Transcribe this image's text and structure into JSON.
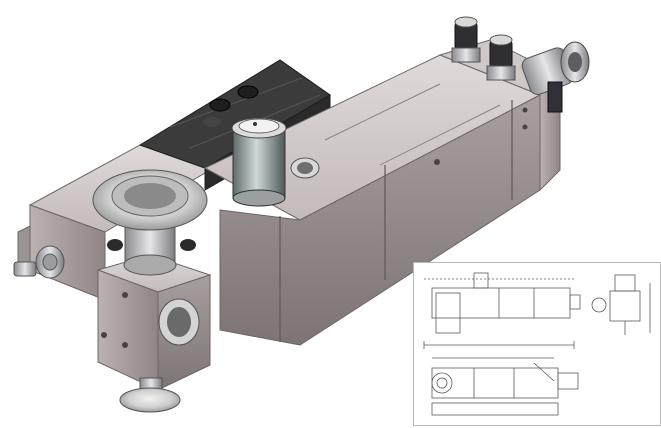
{
  "scene": {
    "subject": "cad-render-valve-block-assembly",
    "background_color": "#ffffff",
    "body_color": "#b5abab",
    "body_dark": "#7c7373",
    "body_light": "#d7d1d1",
    "black_panel_color": "#3a3a3a",
    "metal_color": "#c9c9cf"
  },
  "drawing_inset": {
    "background_color": "#ffffff",
    "line_color": "#5a5a5a",
    "views": [
      "front-view",
      "side-view",
      "top-view"
    ]
  }
}
